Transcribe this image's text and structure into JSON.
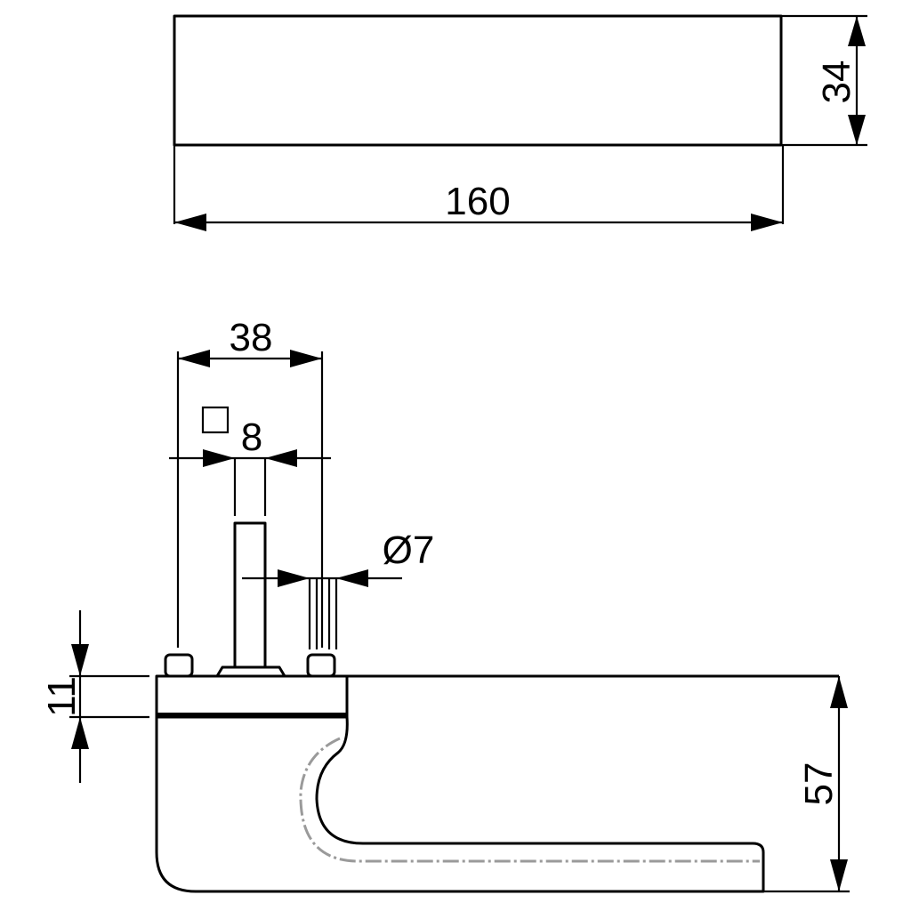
{
  "drawing": {
    "top_view": {
      "length_label": "160",
      "height_label": "34"
    },
    "side_view": {
      "spindle_spacing_label": "38",
      "square_spindle_symbol": "□",
      "square_spindle_label": "8",
      "pin_diameter_label": "Ø7",
      "rose_thickness_label": "11",
      "handle_height_label": "57"
    }
  }
}
